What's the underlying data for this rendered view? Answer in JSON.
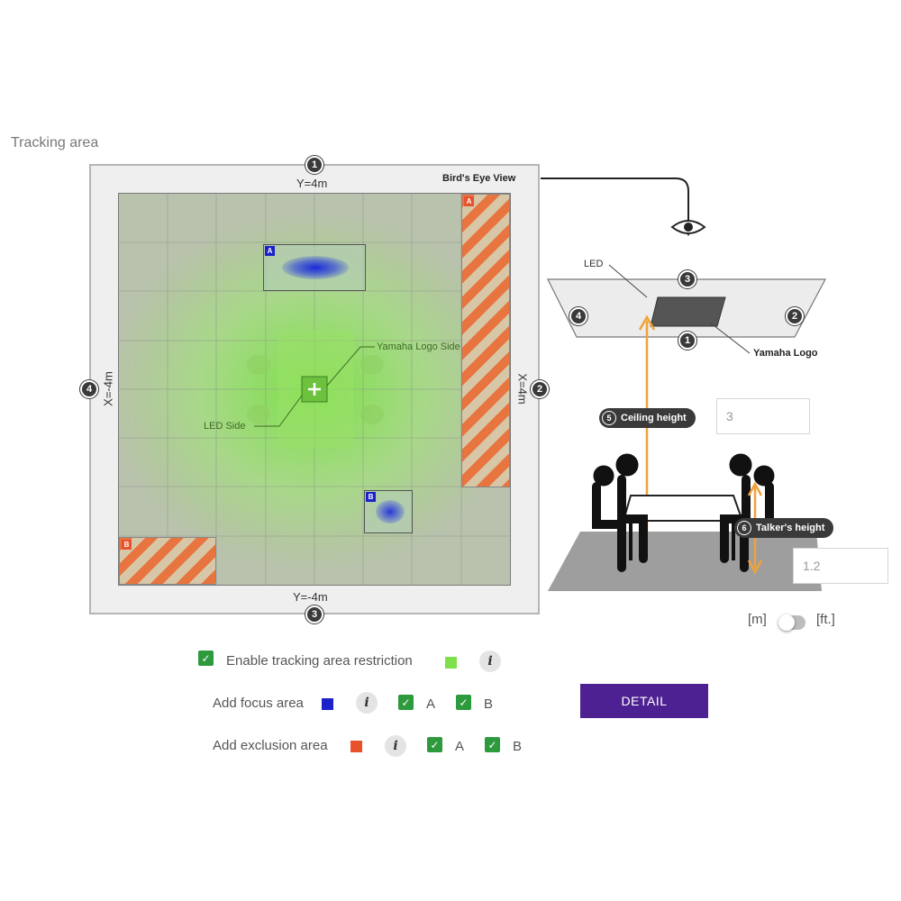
{
  "section_title": "Tracking area",
  "plan": {
    "top_label": "Y=4m",
    "bottom_label": "Y=-4m",
    "left_label": "X=-4m",
    "right_label": "X=4m",
    "markers": {
      "top": "1",
      "bottom": "3",
      "left": "4",
      "right": "2"
    },
    "focus_tag_a": "A",
    "focus_tag_b": "B",
    "excl_tag_a": "A",
    "excl_tag_b": "B",
    "callout_logo": "Yamaha Logo Side",
    "callout_led": "LED Side",
    "birds_eye": "Bird's Eye View"
  },
  "side_view": {
    "led_label": "LED",
    "logo_label": "Yamaha Logo",
    "markers": {
      "front": "3",
      "back": "1",
      "left": "4",
      "right": "2"
    },
    "ceiling_num": "5",
    "ceiling_label": "Ceiling height",
    "ceiling_value": "3",
    "talker_num": "6",
    "talker_label": "Talker's height",
    "talker_value": "1.2"
  },
  "units": {
    "meters": "[m]",
    "feet": "[ft.]"
  },
  "options": {
    "enable_label": "Enable tracking area restriction",
    "focus_label": "Add focus area",
    "exclusion_label": "Add exclusion area",
    "info": "i",
    "a": "A",
    "b": "B",
    "check": "✓"
  },
  "detail_label": "DETAIL",
  "colors": {
    "tracking": "#7ee04a",
    "focus": "#1a22c8",
    "exclusion": "#e8522a",
    "detail_button": "#4d2191"
  }
}
